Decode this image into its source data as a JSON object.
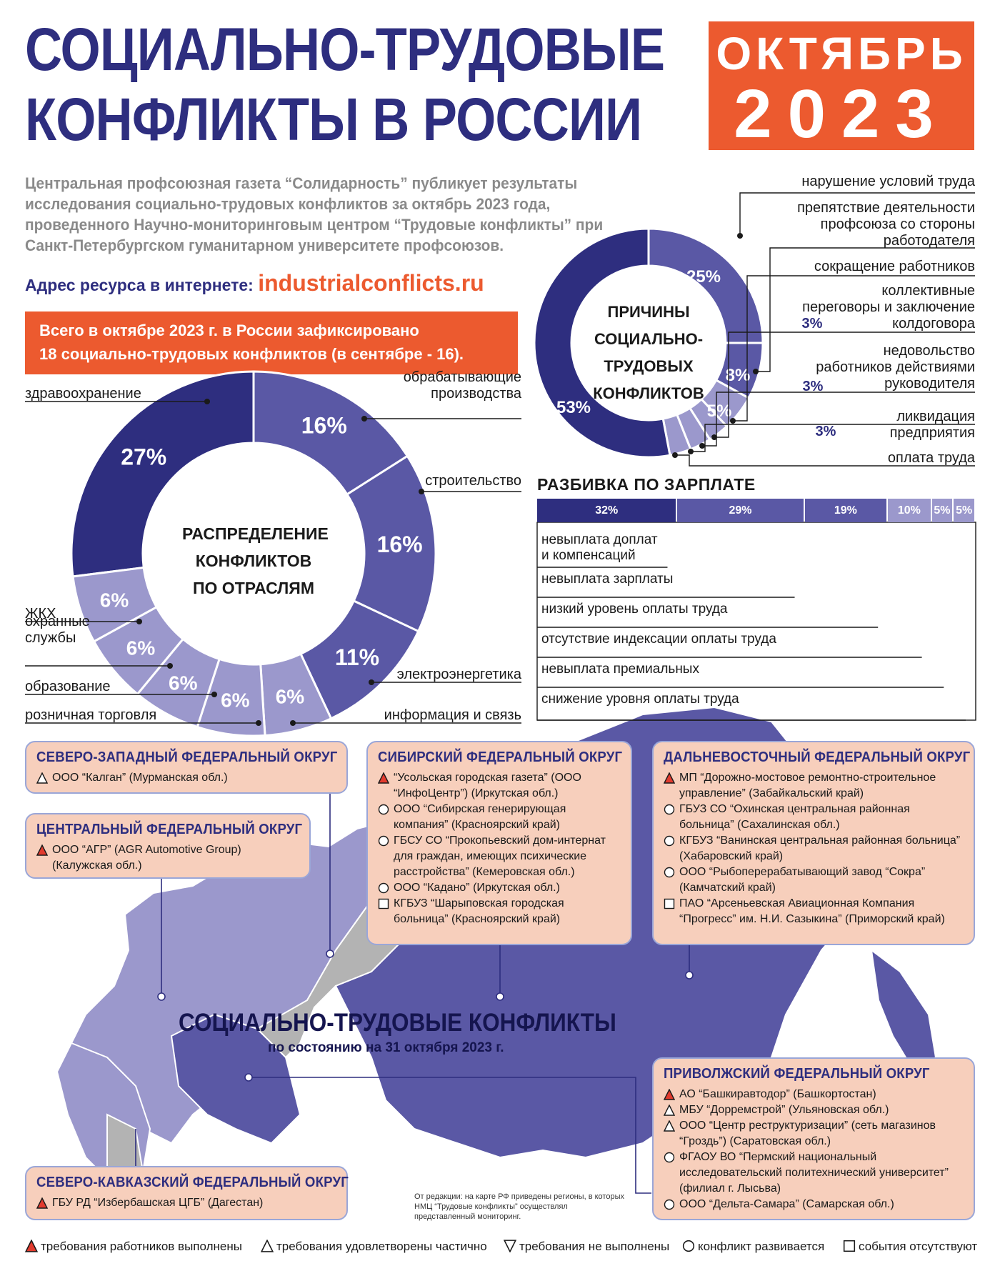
{
  "header": {
    "title_line1": "СОЦИАЛЬНО-ТРУДОВЫЕ",
    "title_line2": "КОНФЛИКТЫ В РОССИИ",
    "month": "ОКТЯБРЬ",
    "year": "2023"
  },
  "intro": {
    "text": "Центральная профсоюзная газета “Солидарность” публикует результаты исследования социально-трудовых конфликтов за октябрь 2023 года, проведенного Научно-мониторинговым центром “Трудовые конфликты” при Санкт-Петербургском гуманитарном университете профсоюзов.",
    "url_label": "Адрес ресурса в интернете:",
    "url": "industrialconflicts.ru"
  },
  "summary": {
    "line1": "Всего в октябре 2023 г. в России зафиксировано",
    "line2": "18 социально-трудовых конфликтов (в сентябре - 16)."
  },
  "colors": {
    "accent": "#ec5a2f",
    "title_blue": "#2e2e7f",
    "dark": "#2e2e7f",
    "mid": "#5a58a5",
    "light": "#9b98cc",
    "box_fill": "#f7cfbc"
  },
  "chart_data": [
    {
      "type": "pie",
      "title": "РАСПРЕДЕЛЕНИЕ КОНФЛИКТОВ ПО ОТРАСЛЯМ",
      "title_lines": [
        "РАСПРЕДЕЛЕНИЕ",
        "КОНФЛИКТОВ",
        "ПО ОТРАСЛЯМ"
      ],
      "categories": [
        "здравоохранение",
        "обрабатывающие производства",
        "строительство",
        "электроэнергетика",
        "информация и связь",
        "розничная торговля",
        "образование",
        "охранные службы",
        "ЖКХ"
      ],
      "category_lines": [
        [
          "здравоохранение"
        ],
        [
          "обрабатывающие",
          "производства"
        ],
        [
          "строительство"
        ],
        [
          "электроэнергетика"
        ],
        [
          "информация и связь"
        ],
        [
          "розничная торговля"
        ],
        [
          "образование"
        ],
        [
          "охранные",
          "службы"
        ],
        [
          "ЖКХ"
        ]
      ],
      "slice_values": [
        27,
        16,
        16,
        11,
        6,
        6,
        6,
        6,
        6
      ],
      "value_labels": [
        "27%",
        "16%",
        "16%",
        "11%",
        "6%",
        "6%",
        "6%",
        "6%",
        "6%"
      ]
    },
    {
      "type": "pie",
      "title": "ПРИЧИНЫ СОЦИАЛЬНО-ТРУДОВЫХ КОНФЛИКТОВ",
      "title_lines": [
        "ПРИЧИНЫ",
        "СОЦИАЛЬНО-",
        "ТРУДОВЫХ",
        "КОНФЛИКТОВ"
      ],
      "categories": [
        "нарушение условий труда",
        "препятствие деятельности профсоюза со стороны работодателя",
        "сокращение работников",
        "коллективные переговоры и заключение колдоговора",
        "недовольство работников действиями руководителя",
        "ликвидация предприятия",
        "оплата труда"
      ],
      "category_lines": [
        [
          "нарушение условий труда"
        ],
        [
          "препятствие деятельности",
          "профсоюза со стороны",
          "работодателя"
        ],
        [
          "сокращение работников"
        ],
        [
          "коллективные",
          "переговоры и заключение",
          "колдоговора"
        ],
        [
          "недовольство",
          "работников действиями",
          "руководителя"
        ],
        [
          "ликвидация",
          "предприятия"
        ],
        [
          "оплата труда"
        ]
      ],
      "slice_values": [
        25,
        8,
        5,
        3,
        3,
        3,
        53
      ],
      "value_labels": [
        "25%",
        "8%",
        "5%",
        "3%",
        "3%",
        "3%",
        "53%"
      ]
    },
    {
      "type": "bar",
      "title": "РАЗБИВКА ПО ЗАРПЛАТЕ",
      "categories": [
        "невыплата доплат и компенсаций",
        "невыплата зарплаты",
        "низкий уровень оплаты труда",
        "отсутствие индексации оплаты труда",
        "невыплата премиальных",
        "снижение уровня оплаты труда"
      ],
      "category_lines": [
        [
          "невыплата доплат",
          "и компенсаций"
        ],
        [
          "невыплата зарплаты"
        ],
        [
          "низкий уровень оплаты труда"
        ],
        [
          "отсутствие индексации оплаты труда"
        ],
        [
          "невыплата премиальных"
        ],
        [
          "снижение уровня оплаты труда"
        ]
      ],
      "values": [
        32,
        29,
        19,
        10,
        5,
        5
      ],
      "value_labels": [
        "32%",
        "29%",
        "19%",
        "10%",
        "5%",
        "5%"
      ]
    }
  ],
  "map": {
    "title": "СОЦИАЛЬНО-ТРУДОВЫЕ КОНФЛИКТЫ",
    "subtitle": "по состоянию на 31 октября 2023 г.",
    "editor_note": "От редакции: на карте РФ приведены регионы, в которых НМЦ “Трудовые конфликты” осуществлял представленный мониторинг."
  },
  "districts": [
    {
      "name": "СЕВЕРО-ЗАПАДНЫЙ ФЕДЕРАЛЬНЫЙ ОКРУГ",
      "items": [
        {
          "status": "partial",
          "text": "ООО “Калган” (Мурманская обл.)"
        }
      ]
    },
    {
      "name": "ЦЕНТРАЛЬНЫЙ ФЕДЕРАЛЬНЫЙ ОКРУГ",
      "items": [
        {
          "status": "done",
          "text": "ООО “АГР” (AGR Automotive Group) (Калужская обл.)"
        }
      ]
    },
    {
      "name": "СИБИРСКИЙ ФЕДЕРАЛЬНЫЙ ОКРУГ",
      "items": [
        {
          "status": "done",
          "text": "“Усольская городская газета” (ООО “ИнфоЦентр”) (Иркутская обл.)"
        },
        {
          "status": "developing",
          "text": "ООО “Сибирская генерирующая компания” (Красноярский край)"
        },
        {
          "status": "developing",
          "text": "ГБСУ СО “Прокопьевский дом-интернат для граждан, имеющих психические расстройства” (Кемеровская обл.)"
        },
        {
          "status": "developing",
          "text": "ООО “Кадано” (Иркутская обл.)"
        },
        {
          "status": "none",
          "text": "КГБУЗ “Шарыповская городская больница” (Красноярский край)"
        }
      ]
    },
    {
      "name": "ДАЛЬНЕВОСТОЧНЫЙ ФЕДЕРАЛЬНЫЙ ОКРУГ",
      "items": [
        {
          "status": "done",
          "text": "МП “Дорожно-мостовое ремонтно-строительное управление” (Забайкальский край)"
        },
        {
          "status": "developing",
          "text": "ГБУЗ СО “Охинская центральная районная больница” (Сахалинская обл.)"
        },
        {
          "status": "developing",
          "text": "КГБУЗ “Ванинская центральная районная больница” (Хабаровский край)"
        },
        {
          "status": "developing",
          "text": "ООО “Рыбоперерабатывающий завод “Сокра” (Камчатский край)"
        },
        {
          "status": "none",
          "text": "ПАО “Арсеньевская Авиационная Компания “Прогресс” им. Н.И. Сазыкина” (Приморский край)"
        }
      ]
    },
    {
      "name": "ПРИВОЛЖСКИЙ ФЕДЕРАЛЬНЫЙ ОКРУГ",
      "items": [
        {
          "status": "done",
          "text": "АО “Башкиравтодор” (Башкортостан)"
        },
        {
          "status": "partial",
          "text": "МБУ “Дорремстрой” (Ульяновская обл.)"
        },
        {
          "status": "partial",
          "text": "ООО “Центр реструктуризации” (сеть магазинов “Гроздь”) (Саратовская обл.)"
        },
        {
          "status": "developing",
          "text": "ФГАОУ ВО “Пермский национальный исследовательский политехнический университет” (филиал г. Лысьва)"
        },
        {
          "status": "developing",
          "text": "ООО “Дельта-Самара” (Самарская обл.)"
        }
      ]
    },
    {
      "name": "СЕВЕРО-КАВКАЗСКИЙ ФЕДЕРАЛЬНЫЙ ОКРУГ",
      "items": [
        {
          "status": "done",
          "text": "ГБУ РД “Избербашская ЦГБ” (Дагестан)"
        }
      ]
    }
  ],
  "legend": [
    {
      "status": "done",
      "text": "требования работников выполнены"
    },
    {
      "status": "partial",
      "text": "требования удовлетворены частично"
    },
    {
      "status": "rejected",
      "text": "требования не выполнены"
    },
    {
      "status": "developing",
      "text": "конфликт развивается"
    },
    {
      "status": "none",
      "text": "события отсутствуют"
    }
  ],
  "icons": {
    "done": "red-triangle-icon",
    "partial": "white-triangle-icon",
    "rejected": "down-triangle-icon",
    "developing": "circle-icon",
    "none": "square-icon"
  }
}
